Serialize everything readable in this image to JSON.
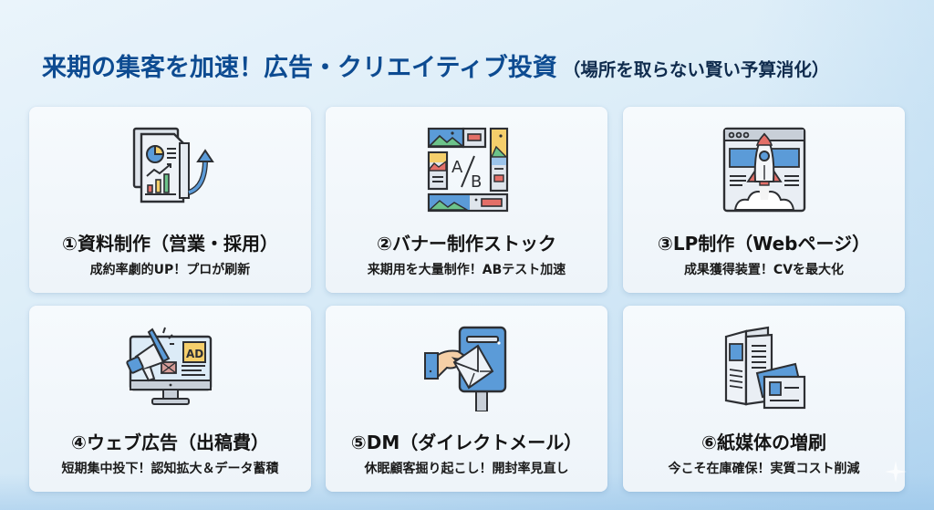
{
  "title": {
    "main": "来期の集客を加速！広告・クリエイティブ投資",
    "sub": "（場所を取らない賢い予算消化）",
    "color": "#0d4b91"
  },
  "cards": [
    {
      "number": "①",
      "heading": "①資料制作（営業・採用）",
      "description": "成約率劇的UP！プロが刷新",
      "icon": "document-chart-growth-icon"
    },
    {
      "number": "②",
      "heading": "②バナー制作ストック",
      "description": "来期用を大量制作！ABテスト加速",
      "icon": "ab-test-banners-icon"
    },
    {
      "number": "③",
      "heading": "③LP制作（Webページ）",
      "description": "成果獲得装置！CVを最大化",
      "icon": "rocket-webpage-icon"
    },
    {
      "number": "④",
      "heading": "④ウェブ広告（出稿費）",
      "description": "短期集中投下！認知拡大＆データ蓄積",
      "icon": "megaphone-monitor-ad-icon"
    },
    {
      "number": "⑤",
      "heading": "⑤DM（ダイレクトメール）",
      "description": "休眠顧客掘り起こし！開封率見直し",
      "icon": "mailbox-hand-letter-icon"
    },
    {
      "number": "⑥",
      "heading": "⑥紙媒体の増刷",
      "description": "今こそ在庫確保！実質コスト削減",
      "icon": "brochure-business-card-icon"
    }
  ],
  "colors": {
    "accent_blue": "#5b9bd8",
    "green": "#6cc38a",
    "yellow": "#f5cf6b",
    "red": "#e36f68",
    "outline": "#2d2f33",
    "light_gray": "#dfe5ec"
  }
}
